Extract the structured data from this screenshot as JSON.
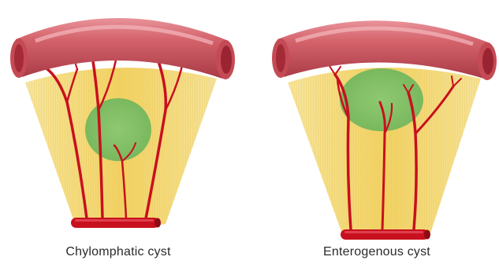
{
  "panels": [
    {
      "caption": "Chylomphatic cyst",
      "cyst": "in mesentery, away from bowel"
    },
    {
      "caption": "Enterogenous cyst",
      "cyst": "adjacent to bowel wall"
    }
  ],
  "colors": {
    "bowel": "#c8505a",
    "bowel_highlight": "#f0a8ad",
    "bowel_lumen": "#a82836",
    "mesentery_fat": "#f2d66a",
    "vessel": "#c8101e",
    "cyst": "#7dbf6a"
  }
}
